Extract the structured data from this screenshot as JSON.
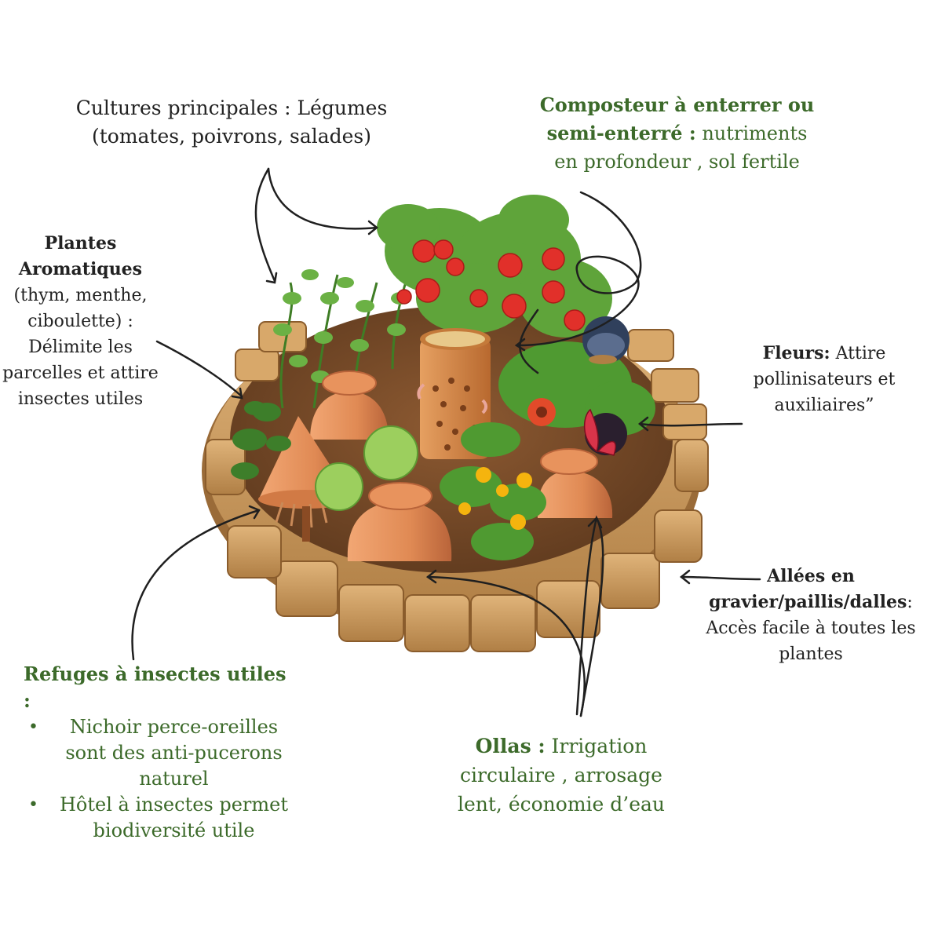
{
  "colors": {
    "green_text": "#3c6a2a",
    "dark_text": "#222222",
    "soil": "#7a4e2c",
    "brick": "#c89a5e",
    "terracotta": "#e08a54",
    "leaf": "#5fa43a",
    "tomato": "#e1302a"
  },
  "labels": {
    "cultures": {
      "line1": "Cultures principales : Légumes",
      "line2": "(tomates, poivrons, salades)"
    },
    "composteur": {
      "title_line1": "Composteur à enterrer ou",
      "title_line2": "semi-enterré :",
      "text_line2": " nutriments",
      "text_line3": "en profondeur , sol fertile"
    },
    "aromatiques": {
      "title_line1": "Plantes",
      "title_line2": "Aromatiques",
      "line3": "(thym, menthe,",
      "line4": "ciboulette) :",
      "line5": "Délimite les",
      "line6": "parcelles et attire",
      "line7": "insectes utiles"
    },
    "fleurs": {
      "title": "Fleurs:",
      "text_line1": " Attire",
      "line2": "pollinisateurs et",
      "line3": "auxiliaires”"
    },
    "allees": {
      "title_line1": "Allées en",
      "title_line2": "gravier/paillis/dalles",
      "title_suffix": ":",
      "line3": "Accès facile à toutes les",
      "line4": "plantes"
    },
    "refuges": {
      "title": "Refuges à insectes utiles :",
      "bullets": [
        "Nichoir perce-oreilles sont des anti-pucerons naturel",
        "Hôtel à insectes permet biodiversité utile"
      ]
    },
    "ollas": {
      "title": "Ollas :",
      "text_line1": " Irrigation",
      "line2": "circulaire ,  arrosage",
      "line3": "lent, économie d’eau"
    }
  }
}
